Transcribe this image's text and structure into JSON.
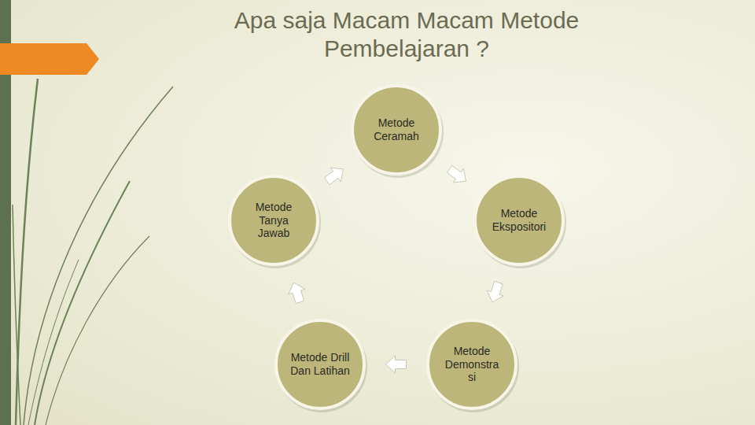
{
  "diagram": {
    "title": "Apa saja Macam Macam Metode Pembelajaran ?",
    "nodes": [
      {
        "text": [
          "Metode Ceramah"
        ]
      },
      {
        "text": [
          "Metode Tanya Jawab"
        ]
      },
      {
        "text": [
          "Metode Ekspositori"
        ]
      },
      {
        "text": [
          "Metode Drill Dan Latihan"
        ]
      },
      {
        "text": [
          "Metode Demonstra si"
        ]
      }
    ],
    "edges": [
      {
        "from": 0,
        "to": 2,
        "arrow": "to"
      },
      {
        "from": 2,
        "to": 4,
        "arrow": "to"
      },
      {
        "from": 4,
        "to": 3,
        "arrow": "to"
      },
      {
        "from": 3,
        "to": 1,
        "arrow": "to"
      },
      {
        "from": 1,
        "to": 0,
        "arrow": "to"
      }
    ]
  }
}
